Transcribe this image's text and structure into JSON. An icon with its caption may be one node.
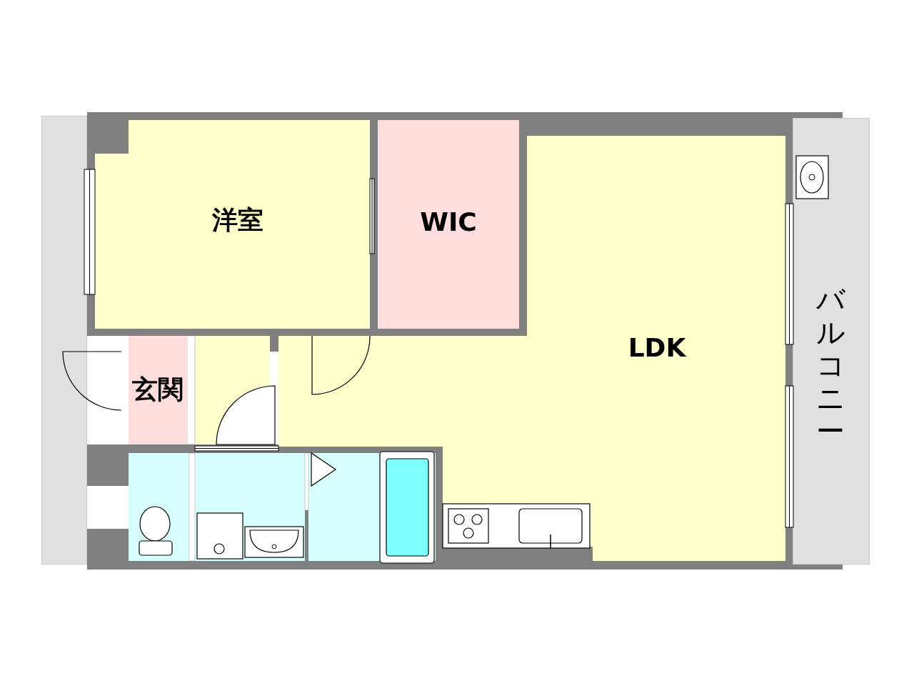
{
  "diagram": {
    "nodes": [
      {
        "text": [
          "洋室"
        ]
      },
      {
        "text": [
          "WIC"
        ]
      },
      {
        "text": [
          "LDK"
        ]
      },
      {
        "text": [
          "玄関"
        ]
      },
      {
        "text": [
          "バルコニー"
        ]
      },
      {
        "text": [],
        "shape": "box"
      }
    ]
  }
}
